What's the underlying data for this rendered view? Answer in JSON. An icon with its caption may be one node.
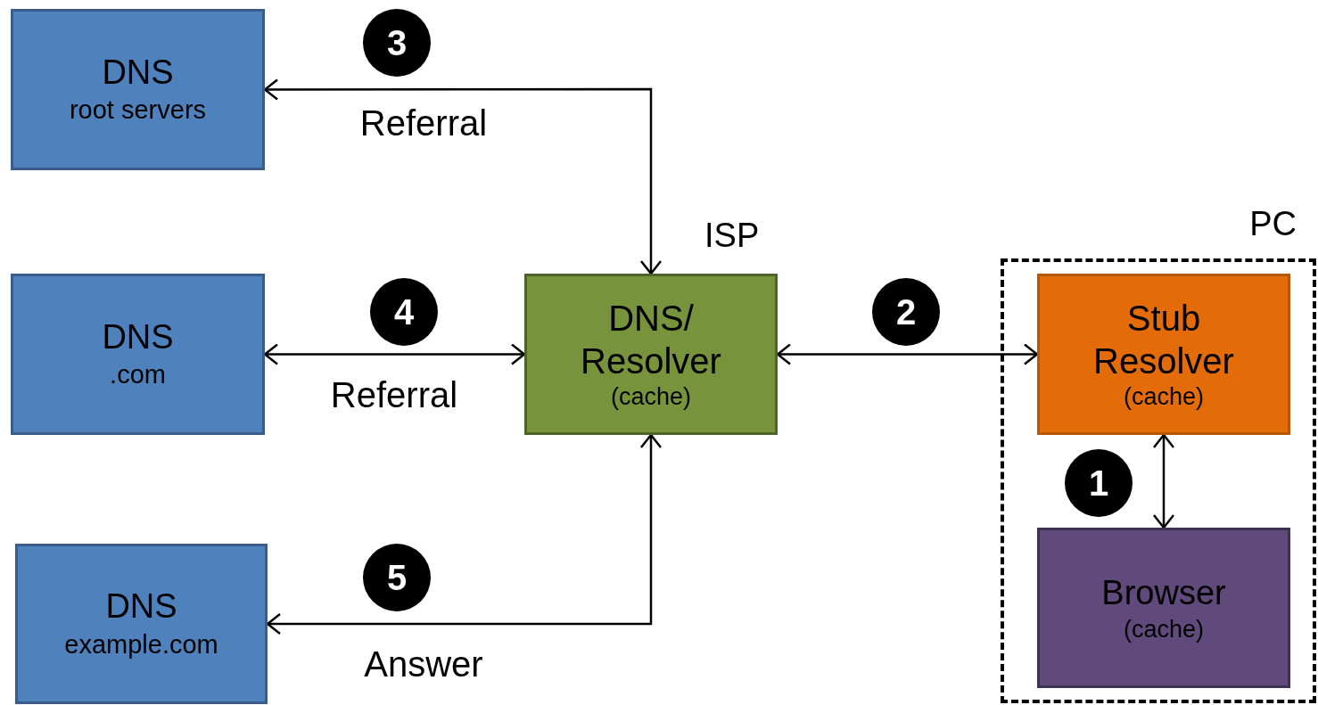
{
  "diagram": {
    "nodes": [
      {
        "text": [
          "DNS",
          "root servers"
        ]
      },
      {
        "text": [
          "DNS",
          ".com"
        ]
      },
      {
        "text": [
          "DNS",
          "example.com"
        ]
      },
      {
        "text": [
          "DNS/ Resolver",
          "(cache)"
        ],
        "beside": [
          "ISP"
        ]
      },
      {
        "text": [
          "PC"
        ]
      },
      {
        "text": [
          "Stub Resolver",
          "(cache)"
        ],
        "in": 4
      },
      {
        "text": [
          "Browser",
          "(cache)"
        ],
        "in": 4
      }
    ],
    "edges": [
      {
        "from": 3,
        "to": 0,
        "arrow": "both",
        "label": "Referral"
      },
      {
        "from": 1,
        "to": 3,
        "arrow": "both",
        "label": "Referral"
      },
      {
        "from": 3,
        "to": 2,
        "arrow": "both",
        "label": "Answer"
      },
      {
        "from": 3,
        "to": 5,
        "arrow": "both"
      },
      {
        "from": 5,
        "to": 6,
        "arrow": "both"
      }
    ],
    "labels": [
      "3",
      "4",
      "2",
      "1",
      "5"
    ]
  }
}
